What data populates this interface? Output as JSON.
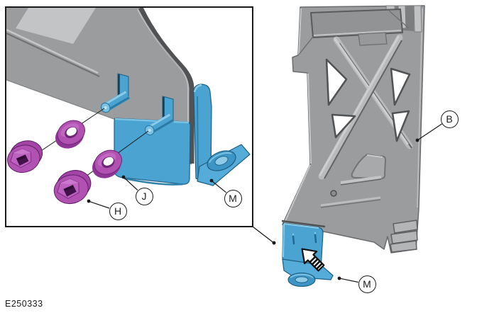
{
  "figure": {
    "caption": "E250333",
    "callouts": {
      "h": "H",
      "j": "J",
      "m_inset": "M",
      "b": "B",
      "m_main": "M"
    },
    "colors": {
      "bracket_blue": "#4AA3D1",
      "bracket_blue_dark": "#1C5F83",
      "fastener_magenta": "#B152B3",
      "panel_gray": "#9B9C9E",
      "panel_edge_dark": "#515254",
      "line_black": "#1A1A1A",
      "background": "#FFFFFF"
    }
  }
}
